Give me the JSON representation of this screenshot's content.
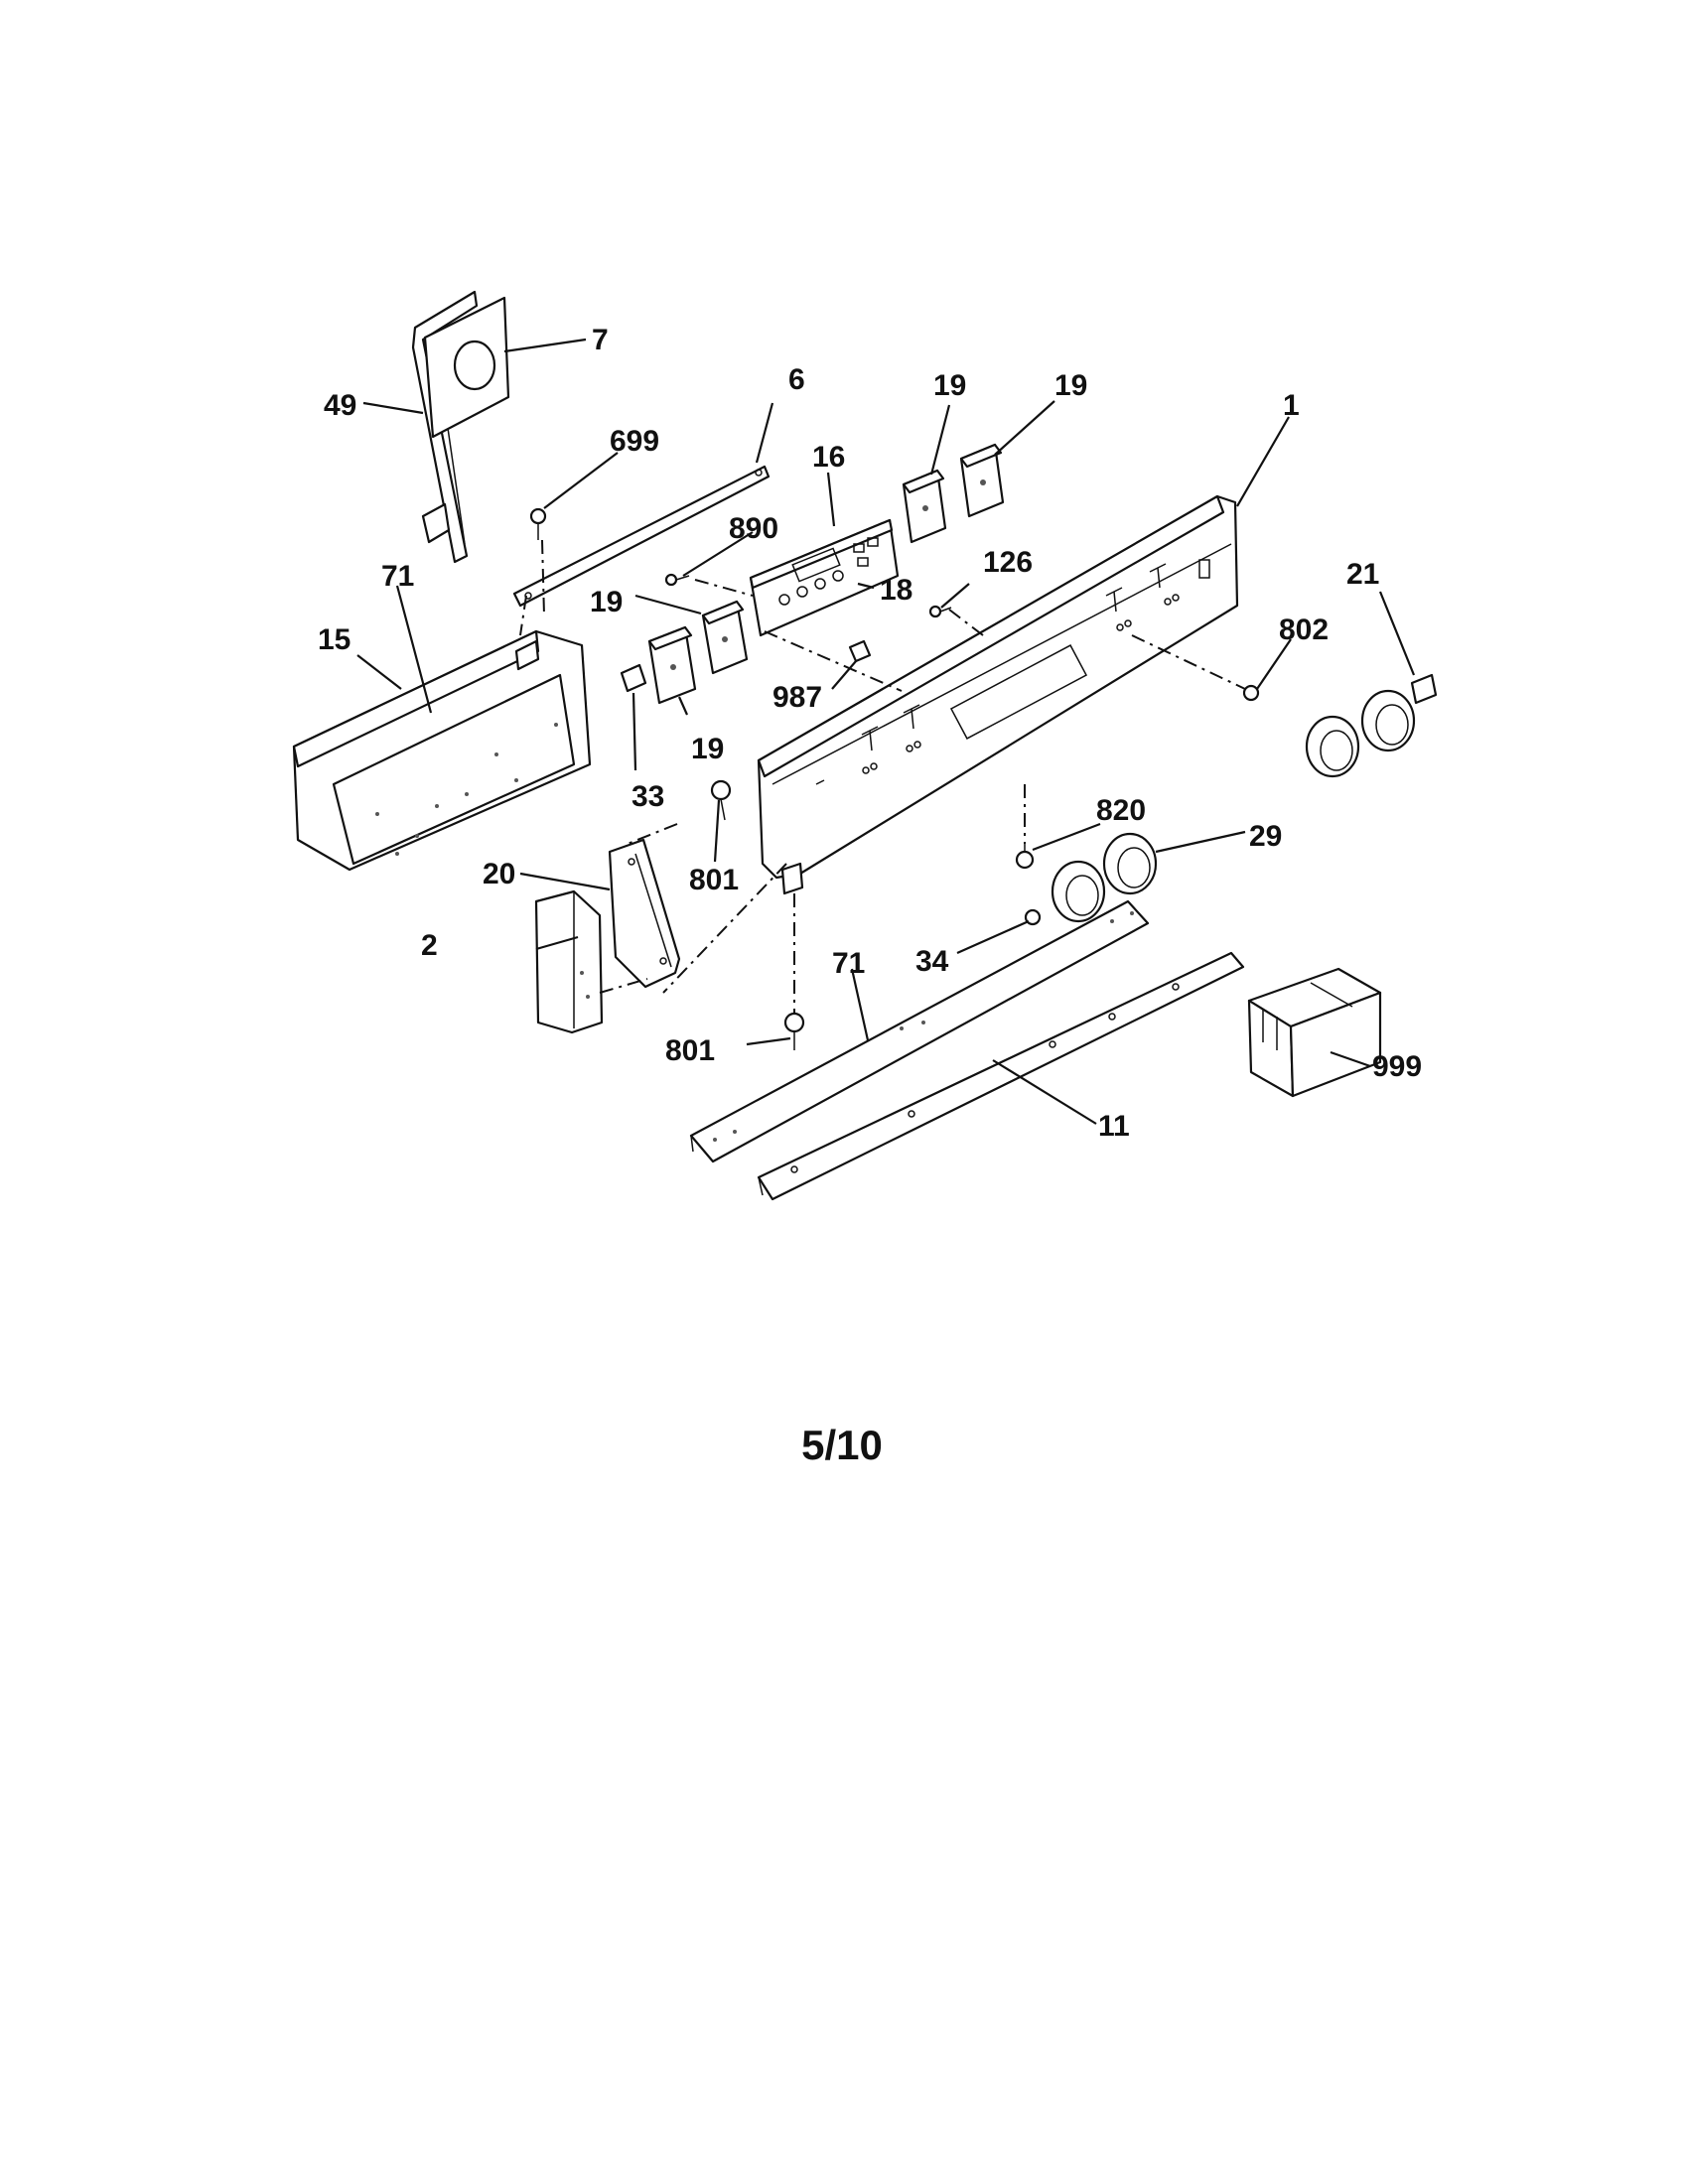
{
  "page_number": "5/10",
  "callouts": [
    {
      "id": "c1",
      "text": "1"
    },
    {
      "id": "c2",
      "text": "2"
    },
    {
      "id": "c6",
      "text": "6"
    },
    {
      "id": "c7",
      "text": "7"
    },
    {
      "id": "c11",
      "text": "11"
    },
    {
      "id": "c15",
      "text": "15"
    },
    {
      "id": "c16",
      "text": "16"
    },
    {
      "id": "c18",
      "text": "18"
    },
    {
      "id": "c19a",
      "text": "19"
    },
    {
      "id": "c19b",
      "text": "19"
    },
    {
      "id": "c19c",
      "text": "19"
    },
    {
      "id": "c19d",
      "text": "19"
    },
    {
      "id": "c20",
      "text": "20"
    },
    {
      "id": "c21",
      "text": "21"
    },
    {
      "id": "c29",
      "text": "29"
    },
    {
      "id": "c33",
      "text": "33"
    },
    {
      "id": "c34",
      "text": "34"
    },
    {
      "id": "c49",
      "text": "49"
    },
    {
      "id": "c71a",
      "text": "71"
    },
    {
      "id": "c71b",
      "text": "71"
    },
    {
      "id": "c126",
      "text": "126"
    },
    {
      "id": "c699",
      "text": "699"
    },
    {
      "id": "c801a",
      "text": "801"
    },
    {
      "id": "c801b",
      "text": "801"
    },
    {
      "id": "c802",
      "text": "802"
    },
    {
      "id": "c820",
      "text": "820"
    },
    {
      "id": "c890",
      "text": "890"
    },
    {
      "id": "c987",
      "text": "987"
    },
    {
      "id": "c999",
      "text": "999"
    }
  ]
}
